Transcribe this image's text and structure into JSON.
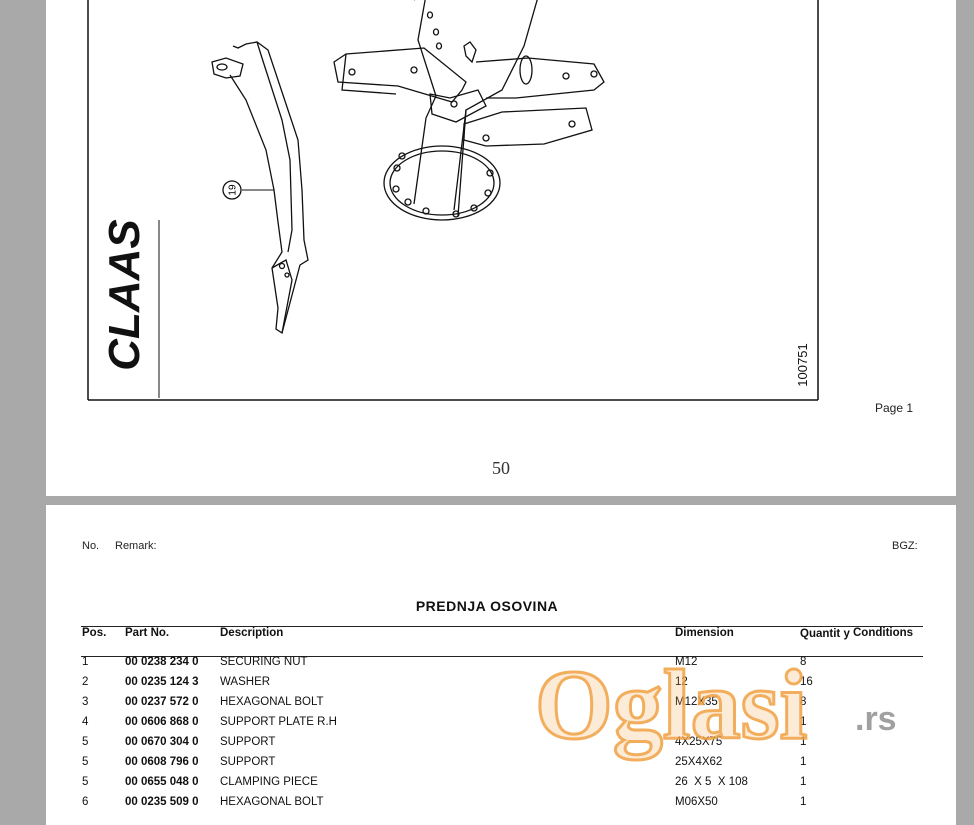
{
  "drawing": {
    "brand": "CLAAS",
    "callout": "19",
    "drawing_number": "100751",
    "page_label": "Page 1",
    "page_number": "50"
  },
  "parts_page": {
    "header": {
      "no": "No.",
      "remark": "Remark:",
      "bgz": "BGZ:"
    },
    "title": "PREDNJA OSOVINA",
    "columns": {
      "pos": "Pos.",
      "part_no": "Part No.",
      "description": "Description",
      "dimension": "Dimension",
      "quantity": "Quantit y",
      "conditions": "Conditions"
    },
    "rows": [
      {
        "pos": "1",
        "part_no": "00 0238 234 0",
        "description": "SECURING NUT",
        "dimension": "M12",
        "qty": "8"
      },
      {
        "pos": "2",
        "part_no": "00 0235 124 3",
        "description": "WASHER",
        "dimension": "12",
        "qty": "16"
      },
      {
        "pos": "3",
        "part_no": "00 0237 572 0",
        "description": "HEXAGONAL BOLT",
        "dimension": "M12X35",
        "qty": "8"
      },
      {
        "pos": "4",
        "part_no": "00 0606 868 0",
        "description": "SUPPORT PLATE R.H",
        "dimension": "",
        "qty": "1"
      },
      {
        "pos": "5",
        "part_no": "00 0670 304 0",
        "description": "SUPPORT",
        "dimension": "4X25X75",
        "qty": "1"
      },
      {
        "pos": "5",
        "part_no": "00 0608 796 0",
        "description": "SUPPORT",
        "dimension": "25X4X62",
        "qty": "1"
      },
      {
        "pos": "5",
        "part_no": "00 0655 048 0",
        "description": "CLAMPING PIECE",
        "dimension": "26  X 5  X 108",
        "qty": "1"
      },
      {
        "pos": "6",
        "part_no": "00 0235 509 0",
        "description": "HEXAGONAL BOLT",
        "dimension": "M06X50",
        "qty": "1"
      }
    ]
  },
  "watermark": {
    "text": "Oglasi",
    "suffix": ".rs",
    "color": "#f0a040"
  }
}
